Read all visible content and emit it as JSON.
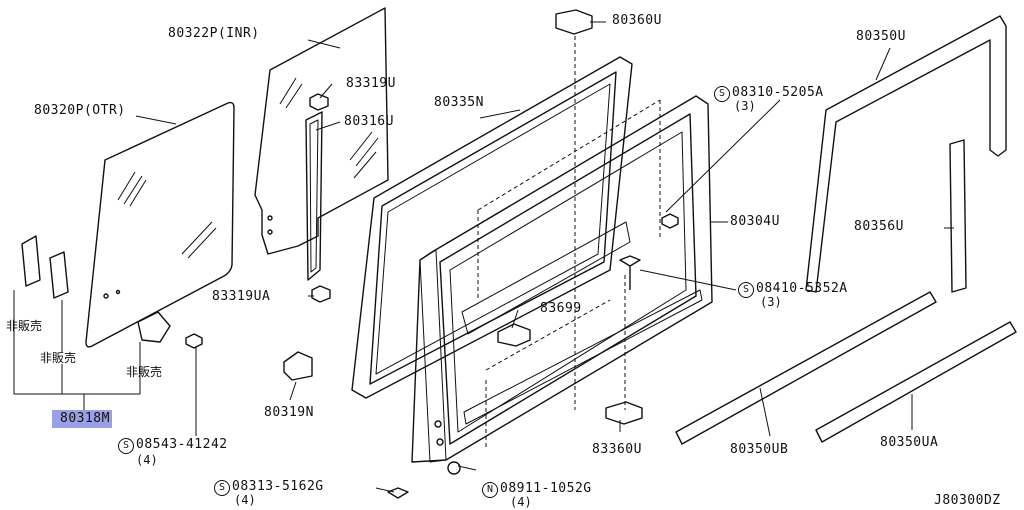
{
  "parts": {
    "glass_inner": "80322P(INR)",
    "glass_outer": "80320P(OTR)",
    "clip_83319u": "83319U",
    "seal_80316u": "80316U",
    "frame_80335n": "80335N",
    "clip_80360u": "80360U",
    "screw_08310": "08310-5205A",
    "screw_08310_qty": "(3)",
    "sash_80304u": "80304U",
    "screw_08410": "08410-5352A",
    "screw_08410_qty": "(3)",
    "seal_80350u": "80350U",
    "seal_80356u": "80356U",
    "clip_83699": "83699",
    "clip_83319ua": "83319UA",
    "bracket_80319n": "80319N",
    "latch_80318m": "80318M",
    "screw_08543": "08543-41242",
    "screw_08543_qty": "(4)",
    "clip_83360u": "83360U",
    "strip_80350ub": "80350UB",
    "strip_80350ua": "80350UA",
    "screw_08313": "08313-5162G",
    "screw_08313_qty": "(4)",
    "nut_08911": "08911-1052G",
    "nut_08911_qty": "(4)",
    "not_sold_1": "非販売",
    "not_sold_2": "非販売",
    "not_sold_3": "非販売"
  },
  "symbols": {
    "screw": "S",
    "nut": "N"
  },
  "diagram_code": "J80300DZ",
  "colors": {
    "highlight": "#9aa0e6",
    "ink": "#111111"
  }
}
